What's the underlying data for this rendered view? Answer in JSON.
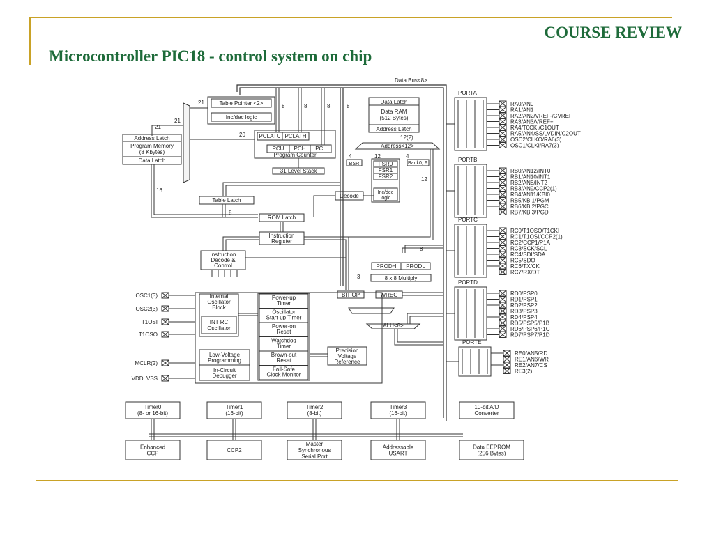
{
  "slide": {
    "header": "COURSE REVIEW",
    "title": "Microcontroller PIC18 - control system on chip",
    "accent_colors": {
      "title_green": "#1e6b3a",
      "rule_gold": "#c9a227"
    }
  },
  "diagram": {
    "data_bus_label": "Data Bus<8>",
    "table_pointer": "Table Pointer <2>",
    "table_pointer_incdec": "Inc/dec logic",
    "program_memory": {
      "address_latch": "Address Latch",
      "memory": "Program Memory",
      "size": "(8 Kbytes)",
      "data_latch": "Data Latch"
    },
    "program_counter": {
      "pclatu": "PCLATU",
      "pclath": "PCLATH",
      "pcu": "PCU",
      "pch": "PCH",
      "pcl": "PCL",
      "label": "Program Counter"
    },
    "stack": "31 Level Stack",
    "data_ram": {
      "data_latch": "Data Latch",
      "ram": "Data RAM",
      "size": "(512 Bytes)",
      "address_latch": "Address Latch"
    },
    "address_bus": "Address<12>",
    "bsr": "BSR",
    "fsr": [
      "FSR0",
      "FSR1",
      "FSR2"
    ],
    "fsr_incdec": [
      "Inc/dec",
      "logic"
    ],
    "bank": "Bank0, F",
    "decode": "Decode",
    "table_latch": "Table Latch",
    "rom_latch": "ROM Latch",
    "instruction_register": [
      "Instruction",
      "Register"
    ],
    "instruction_decode": [
      "Instruction",
      "Decode &",
      "Control"
    ],
    "prodh": "PRODH",
    "prodl": "PRODL",
    "multiply": "8 x 8 Multiply",
    "bitop": "BIT OP",
    "wreg": "WREG",
    "alu": "ALU<8>",
    "bus_widths": {
      "w21a": "21",
      "w21b": "21",
      "w21c": "21",
      "w20": "20",
      "w16": "16",
      "w8": "8",
      "w12": "12",
      "w12sup": "12(2)",
      "w4": "4",
      "w3": "3"
    },
    "osc_pins": [
      "OSC1(3)",
      "OSC2(3)",
      "T1OSI",
      "T1OSO",
      "MCLR(2)",
      "VDD, VSS"
    ],
    "internal_osc": [
      "Internal",
      "Oscillator",
      "Block"
    ],
    "int_rc": [
      "INT RC",
      "Oscillator"
    ],
    "lvp": [
      "Low-Voltage",
      "Programming"
    ],
    "icd": [
      "In-Circuit",
      "Debugger"
    ],
    "reset_blocks": [
      [
        "Power-up",
        "Timer"
      ],
      [
        "Oscillator",
        "Start-up Timer"
      ],
      [
        "Power-on",
        "Reset"
      ],
      [
        "Watchdog",
        "Timer"
      ],
      [
        "Brown-out",
        "Reset"
      ],
      [
        "Fail-Safe",
        "Clock Monitor"
      ]
    ],
    "precision_ref": [
      "Precision",
      "Voltage",
      "Reference"
    ],
    "ports": [
      {
        "name": "PORTA",
        "pins": [
          "RA0/AN0",
          "RA1/AN1",
          "RA2/AN2/VREF-/CVREF",
          "RA3/AN3/VREF+",
          "RA4/T0CKI/C1OUT",
          "RA5/AN4/SS/LVDIN/C2OUT",
          "OSC2/CLKO/RA6(3)",
          "OSC1/CLKI/RA7(3)"
        ]
      },
      {
        "name": "PORTB",
        "pins": [
          "RB0/AN12/INT0",
          "RB1/AN10/INT1",
          "RB2/AN8/INT2",
          "RB3/AN9/CCP2(1)",
          "RB4/AN11/KBI0",
          "RB5/KBI1/PGM",
          "RB6/KBI2/PGC",
          "RB7/KBI3/PGD"
        ]
      },
      {
        "name": "PORTC",
        "pins": [
          "RC0/T1OSO/T1CKI",
          "RC1/T1OSI/CCP2(1)",
          "RC2/CCP1/P1A",
          "RC3/SCK/SCL",
          "RC4/SDI/SDA",
          "RC5/SDO",
          "RC6/TX/CK",
          "RC7/RX/DT"
        ]
      },
      {
        "name": "PORTD",
        "pins": [
          "RD0/PSP0",
          "RD1/PSP1",
          "RD2/PSP2",
          "RD3/PSP3",
          "RD4/PSP4",
          "RD5/PSP5/P1B",
          "RD6/PSP6/P1C",
          "RD7/PSP7/P1D"
        ]
      },
      {
        "name": "PORTE",
        "pins": [
          "RE0/AN5/RD",
          "RE1/AN6/WR",
          "RE2/AN7/CS",
          "RE3(2)"
        ]
      }
    ],
    "peripherals_top": [
      [
        "Timer0",
        "(8- or 16-bit)"
      ],
      [
        "Timer1",
        "(16-bit)"
      ],
      [
        "Timer2",
        "(8-bit)"
      ],
      [
        "Timer3",
        "(16-bit)"
      ],
      [
        "10-bit A/D",
        "Converter"
      ]
    ],
    "peripherals_bottom": [
      [
        "Enhanced",
        "CCP"
      ],
      [
        "CCP2"
      ],
      [
        "Master",
        "Synchronous",
        "Serial Port"
      ],
      [
        "Addressable",
        "USART"
      ],
      [
        "Data EEPROM",
        "(256 Bytes)"
      ]
    ]
  }
}
